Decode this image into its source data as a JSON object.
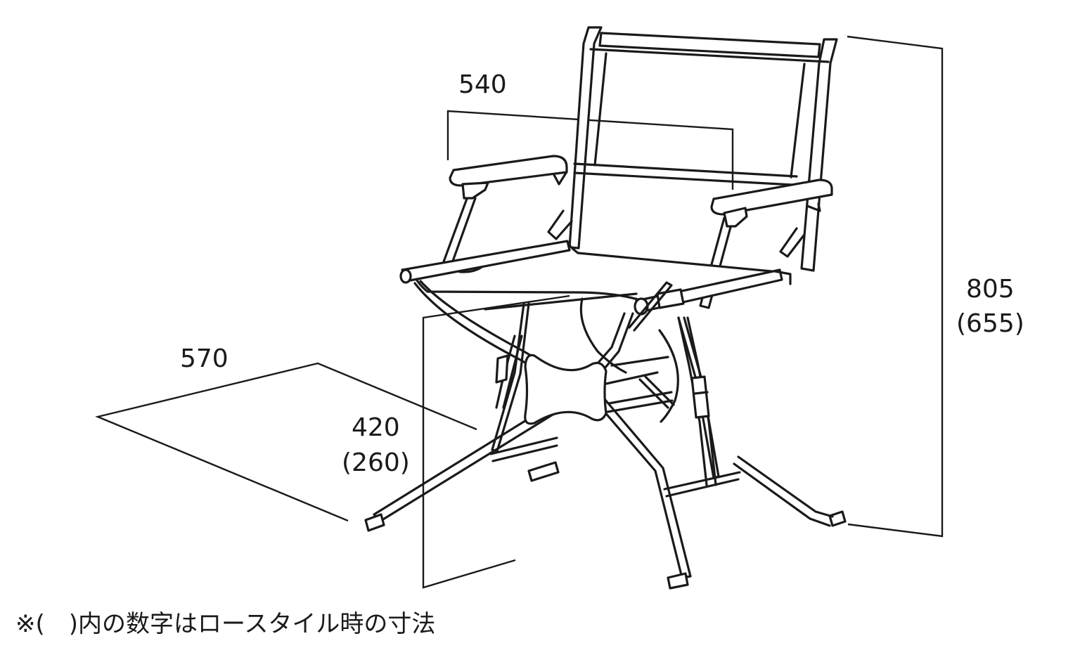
{
  "dimensions": {
    "arm_width": "540",
    "depth": "570",
    "seat_height": "420",
    "seat_height_low": "(260)",
    "total_height": "805",
    "total_height_low": "(655)"
  },
  "note": "※(　)内の数字はロースタイル時の寸法"
}
